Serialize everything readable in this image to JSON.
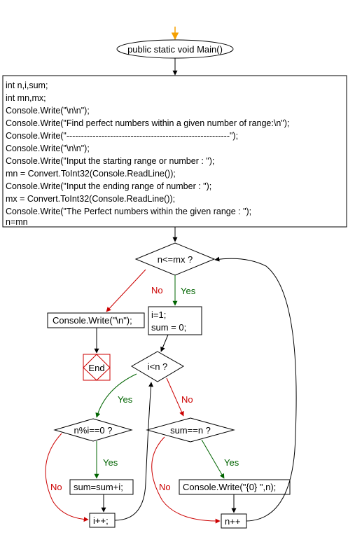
{
  "flowchart": {
    "start_label": "public static void Main()",
    "init_block": [
      "int n,i,sum;",
      "int mn,mx;",
      "Console.Write(\"\\n\\n\");",
      "Console.Write(\"Find perfect numbers within a given number of range:\\n\");",
      "Console.Write(\"--------------------------------------------------------\");",
      "Console.Write(\"\\n\\n\");",
      "Console.Write(\"Input the starting range or number : \");",
      "mn = Convert.ToInt32(Console.ReadLine());",
      "Console.Write(\"Input the ending range of number : \");",
      "mx = Convert.ToInt32(Console.ReadLine());",
      "Console.Write(\"The Perfect numbers within the given range : \");",
      "n=mn"
    ],
    "outer_condition": "n<=mx ?",
    "outer_no_label": "No",
    "outer_yes_label": "Yes",
    "print_newline": "Console.Write(\"\\n\");",
    "end_label": "End",
    "init_loop_lines": [
      "i=1;",
      "sum = 0;"
    ],
    "inner_condition": "i<n ?",
    "inner_yes_label": "Yes",
    "inner_no_label": "No",
    "mod_condition": "n%i==0 ?",
    "mod_yes_label": "Yes",
    "mod_no_label": "No",
    "sum_update": "sum=sum+i;",
    "increment_i": "i++;",
    "perfect_condition": "sum==n ?",
    "perfect_yes_label": "Yes",
    "perfect_no_label": "No",
    "print_number": "Console.Write(\"{0} \",n);",
    "increment_n": "n++"
  },
  "colors": {
    "start_arrow": "#f5a000",
    "line": "#000000",
    "yes": "#006400",
    "no": "#cc0000",
    "end_shape": "#cc0000"
  }
}
